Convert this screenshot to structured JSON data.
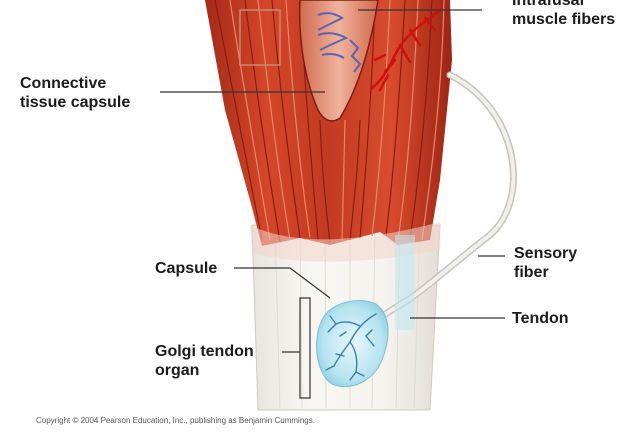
{
  "labels": {
    "intrafusal": [
      "Intrafusal",
      "muscle fibers"
    ],
    "connective_capsule": [
      "Connective",
      "tissue capsule"
    ],
    "sensory_fiber": [
      "Sensory",
      "fiber"
    ],
    "capsule": "Capsule",
    "tendon": "Tendon",
    "golgi": [
      "Golgi tendon",
      "organ"
    ]
  },
  "copyright": "Copyright © 2004 Pearson Education, Inc., publishing as Benjamin Cummings.",
  "colors": {
    "muscle": "#c93a22",
    "muscle_dark": "#8c1d10",
    "muscle_light": "#e9866a",
    "tendon": "#f4f1ec",
    "golgi_fill": "#bfe8f2",
    "golgi_outline": "#3a7fb0",
    "nerve_blue": "#5a63b8",
    "blood_red": "#d01010",
    "leader": "#333333"
  }
}
